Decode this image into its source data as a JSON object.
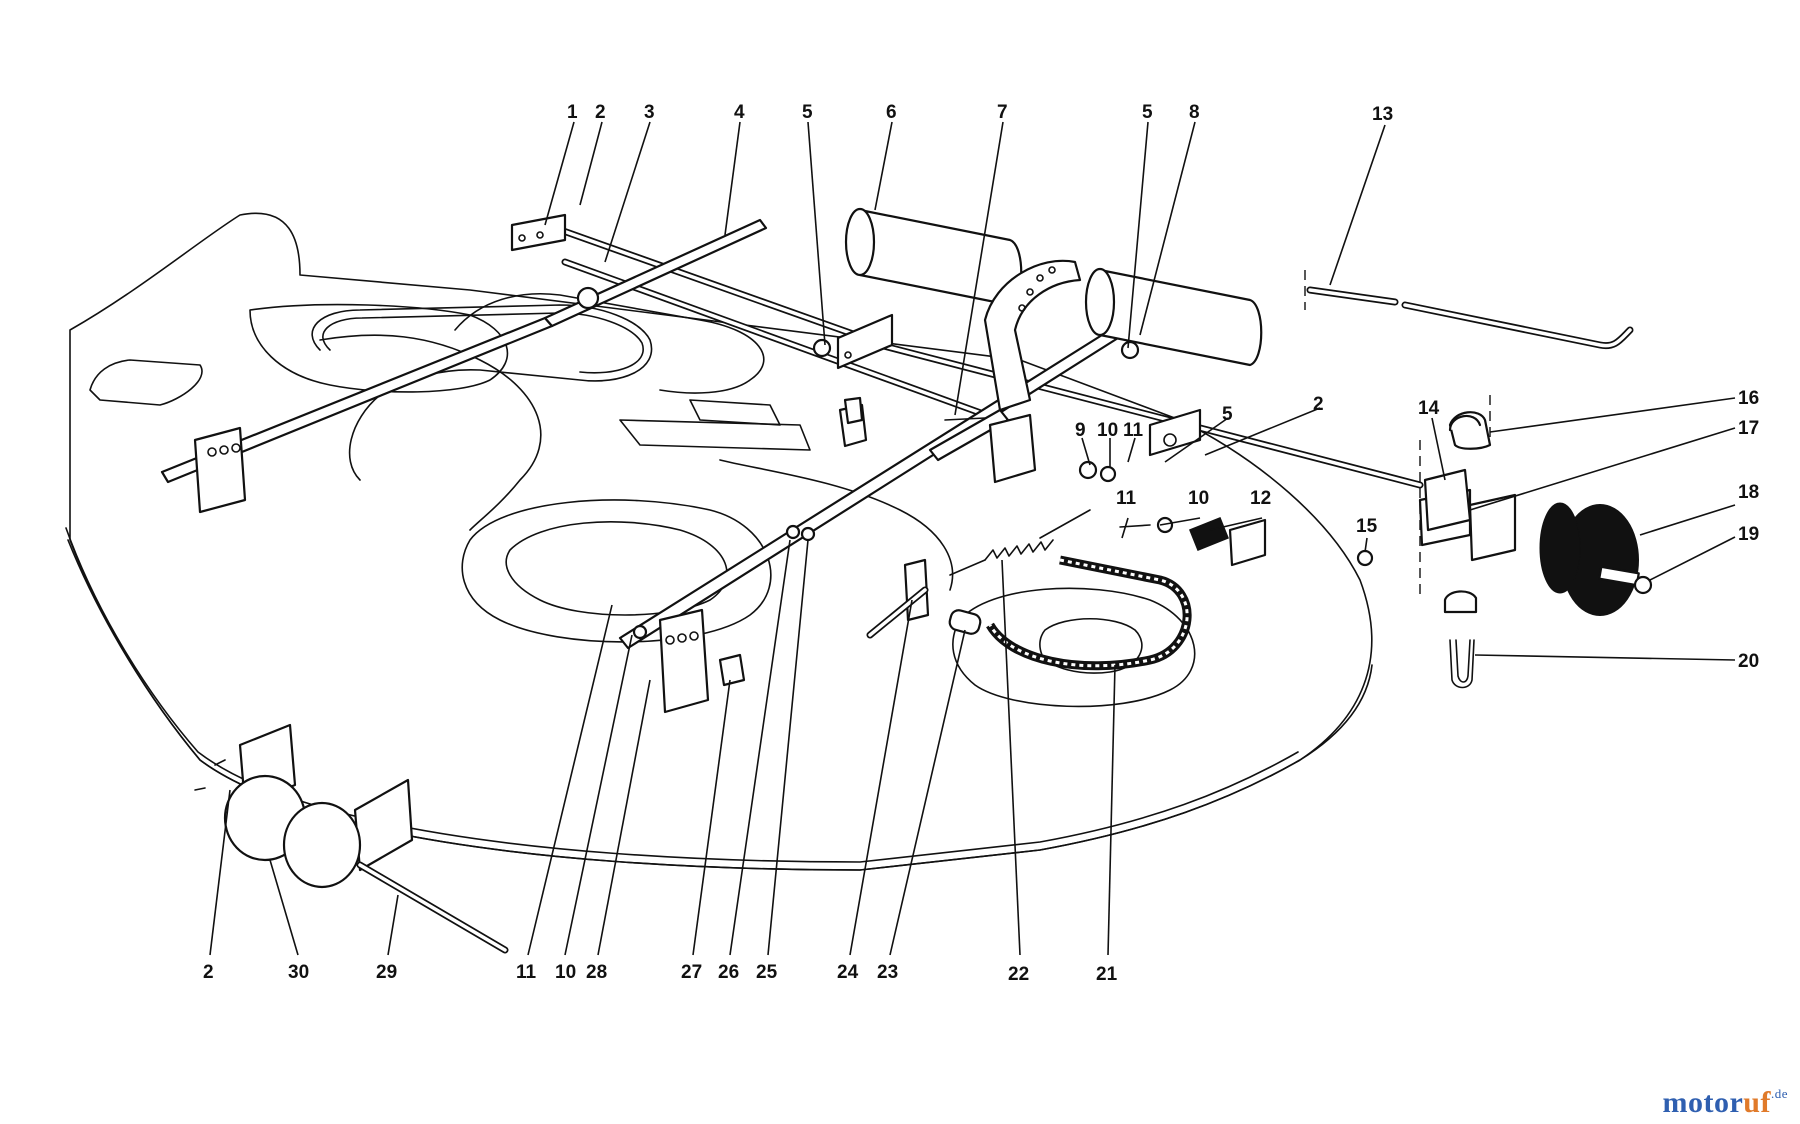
{
  "callouts": [
    {
      "id": "c1",
      "label": "1"
    },
    {
      "id": "c2a",
      "label": "2"
    },
    {
      "id": "c3",
      "label": "3"
    },
    {
      "id": "c4",
      "label": "4"
    },
    {
      "id": "c5a",
      "label": "5"
    },
    {
      "id": "c6",
      "label": "6"
    },
    {
      "id": "c7",
      "label": "7"
    },
    {
      "id": "c5b",
      "label": "5"
    },
    {
      "id": "c8",
      "label": "8"
    },
    {
      "id": "c13",
      "label": "13"
    },
    {
      "id": "c16",
      "label": "16"
    },
    {
      "id": "c17",
      "label": "17"
    },
    {
      "id": "c2b",
      "label": "2"
    },
    {
      "id": "c14",
      "label": "14"
    },
    {
      "id": "c5c",
      "label": "5"
    },
    {
      "id": "c9",
      "label": "9"
    },
    {
      "id": "c10a",
      "label": "10"
    },
    {
      "id": "c11a",
      "label": "11"
    },
    {
      "id": "c11b",
      "label": "11"
    },
    {
      "id": "c10b",
      "label": "10"
    },
    {
      "id": "c12",
      "label": "12"
    },
    {
      "id": "c18",
      "label": "18"
    },
    {
      "id": "c19",
      "label": "19"
    },
    {
      "id": "c15",
      "label": "15"
    },
    {
      "id": "c20",
      "label": "20"
    },
    {
      "id": "c2c",
      "label": "2"
    },
    {
      "id": "c30",
      "label": "30"
    },
    {
      "id": "c29",
      "label": "29"
    },
    {
      "id": "c11c",
      "label": "11"
    },
    {
      "id": "c10c",
      "label": "10"
    },
    {
      "id": "c28",
      "label": "28"
    },
    {
      "id": "c27",
      "label": "27"
    },
    {
      "id": "c26",
      "label": "26"
    },
    {
      "id": "c25",
      "label": "25"
    },
    {
      "id": "c24",
      "label": "24"
    },
    {
      "id": "c23",
      "label": "23"
    },
    {
      "id": "c22",
      "label": "22"
    },
    {
      "id": "c21",
      "label": "21"
    }
  ],
  "watermark": {
    "part1": "motor",
    "part2": "uf",
    "part3": ".de"
  }
}
